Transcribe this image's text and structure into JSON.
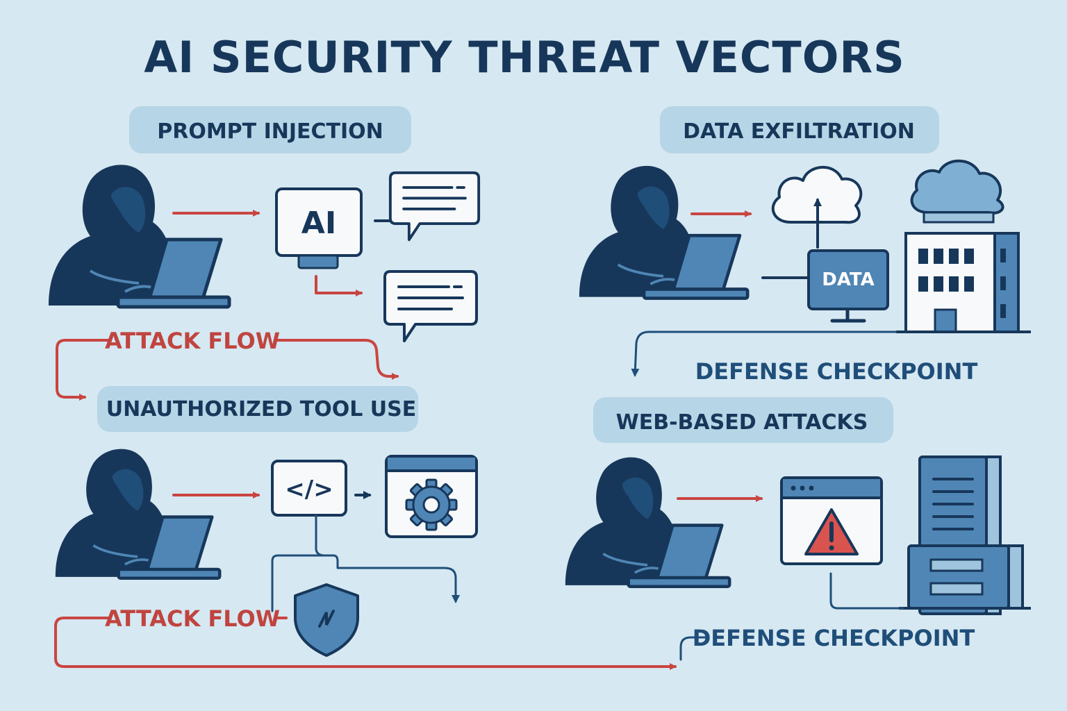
{
  "title": "AI SECURITY THREAT VECTORS",
  "sections": {
    "prompt_injection": {
      "label": "PROMPT INJECTION",
      "ai_label": "AI"
    },
    "data_exfiltration": {
      "label": "DATA EXFILTRATION",
      "data_label": "DATA"
    },
    "unauthorized_tool_use": {
      "label": "UNAUTHORIZED TOOL USE",
      "code_label": "</>"
    },
    "web_based_attacks": {
      "label": "WEB-BASED ATTACKS"
    }
  },
  "flows": {
    "attack_flow_top": "ATTACK FLOW",
    "attack_flow_bottom": "ATTACK FLOW",
    "defense_checkpoint_top": "DEFENSE CHECKPOINT",
    "defense_checkpoint_bottom": "DEFENSE CHECKPOINT"
  },
  "colors": {
    "background": "#d6e8f2",
    "navy": "#17375a",
    "attack_red": "#c94540",
    "defense_blue": "#1f4e79",
    "pill": "#b6d5e6",
    "accent_blue": "#4f86b5"
  }
}
